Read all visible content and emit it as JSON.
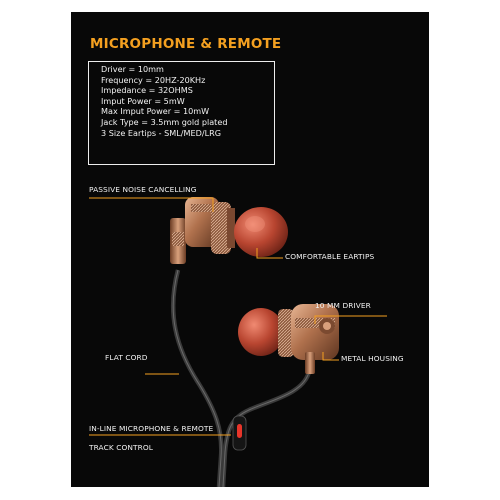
{
  "header": {
    "title": "MICROPHONE & REMOTE"
  },
  "specs": [
    "Driver = 10mm",
    "Frequency = 20HZ-20KHz",
    "Impedance = 32OHMS",
    "Imput Power = 5mW",
    "Max Imput Power = 10mW",
    "Jack Type = 3.5mm gold plated",
    "3 Size Eartips - SML/MED/LRG"
  ],
  "callouts": {
    "passive_noise": "PASSIVE NOISE CANCELLING",
    "eartips": "COMFORTABLE EARTIPS",
    "driver": "10 MM DRIVER",
    "flat_cord": "FLAT CORD",
    "metal_housing": "METAL HOUSING",
    "inline_mic": "IN-LINE MICROPHONE & REMOTE",
    "track_control": "TRACK CONTROL"
  },
  "colors": {
    "accent": "#f4a020",
    "panel": "#080808",
    "text": "#f2f2f2",
    "copper": "#b57a56",
    "eartip": "#c24f3c",
    "remote_button": "#e8352a"
  },
  "icons": [
    "earbud-left-icon",
    "earbud-right-icon",
    "cable-icon",
    "remote-icon"
  ]
}
